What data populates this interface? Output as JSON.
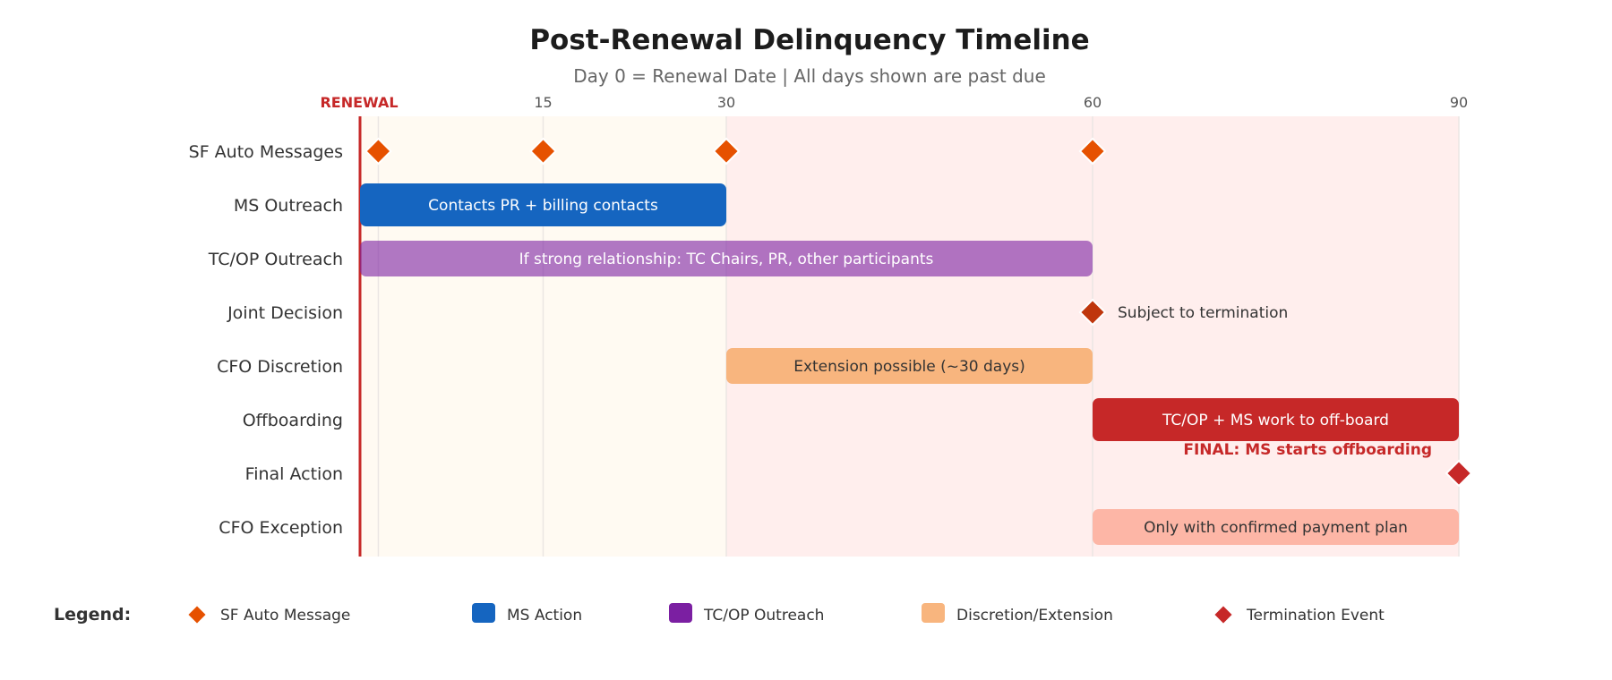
{
  "title": "Post-Renewal Delinquency Timeline",
  "subtitle": "Day 0 = Renewal Date | All days shown are past due",
  "renewal_label": "RENEWAL",
  "colors": {
    "zone_early": "#fffaf2",
    "zone_late": "#ffeeed",
    "renewal_line": "#c62828",
    "grid": "#ebe6e3",
    "sf_message": "#e65100",
    "ms_action": "#1565c0",
    "tc_op": "#7b1fa2",
    "discretion": "#f8b57e",
    "termination": "#c62828",
    "joint_decision": "#bf360c",
    "exception": "#fdb6a6"
  },
  "chart_data": {
    "type": "timeline",
    "x_ticks": [
      15,
      30,
      60,
      90
    ],
    "xlim": [
      0,
      90
    ],
    "zones": [
      {
        "from": 0,
        "to": 30,
        "color": "zone_early"
      },
      {
        "from": 30,
        "to": 90,
        "color": "zone_late"
      }
    ],
    "rows": [
      {
        "label": "SF Auto Messages",
        "markers": [
          {
            "day": 1.5,
            "color": "sf_message"
          },
          {
            "day": 15,
            "color": "sf_message"
          },
          {
            "day": 30,
            "color": "sf_message"
          },
          {
            "day": 60,
            "color": "sf_message"
          }
        ]
      },
      {
        "label": "MS Outreach",
        "bar": {
          "start": 0,
          "end": 30,
          "text": "Contacts PR + billing contacts",
          "color": "ms_action",
          "text_color": "#ffffff",
          "opacity": 1
        }
      },
      {
        "label": "TC/OP Outreach",
        "bar": {
          "start": 0,
          "end": 60,
          "text": "If strong relationship: TC Chairs, PR, other participants",
          "color": "tc_op",
          "text_color": "#ffffff",
          "opacity": 0.6
        }
      },
      {
        "label": "Joint Decision",
        "markers": [
          {
            "day": 60,
            "color": "joint_decision"
          }
        ],
        "note": {
          "day": 60,
          "text": "Subject to termination"
        }
      },
      {
        "label": "CFO Discretion",
        "bar": {
          "start": 30,
          "end": 60,
          "text": "Extension possible (~30 days)",
          "color": "discretion",
          "text_color": "#333333",
          "opacity": 1
        }
      },
      {
        "label": "Offboarding",
        "bar": {
          "start": 60,
          "end": 90,
          "text": "TC/OP + MS work to off-board",
          "color": "termination",
          "text_color": "#ffffff",
          "opacity": 1
        }
      },
      {
        "label": "Final Action",
        "markers": [
          {
            "day": 90,
            "color": "termination"
          }
        ],
        "annotation": {
          "day": 90,
          "text": "FINAL: MS starts offboarding"
        }
      },
      {
        "label": "CFO Exception",
        "bar": {
          "start": 60,
          "end": 90,
          "text": "Only with confirmed payment plan",
          "color": "exception",
          "text_color": "#333333",
          "opacity": 1
        }
      }
    ]
  },
  "legend": {
    "title": "Legend:",
    "items": [
      {
        "label": "SF Auto Message",
        "shape": "diamond",
        "color": "sf_message"
      },
      {
        "label": "MS Action",
        "shape": "square",
        "color": "ms_action"
      },
      {
        "label": "TC/OP Outreach",
        "shape": "square",
        "color": "tc_op"
      },
      {
        "label": "Discretion/Extension",
        "shape": "square",
        "color": "discretion"
      },
      {
        "label": "Termination Event",
        "shape": "diamond",
        "color": "termination"
      }
    ]
  }
}
